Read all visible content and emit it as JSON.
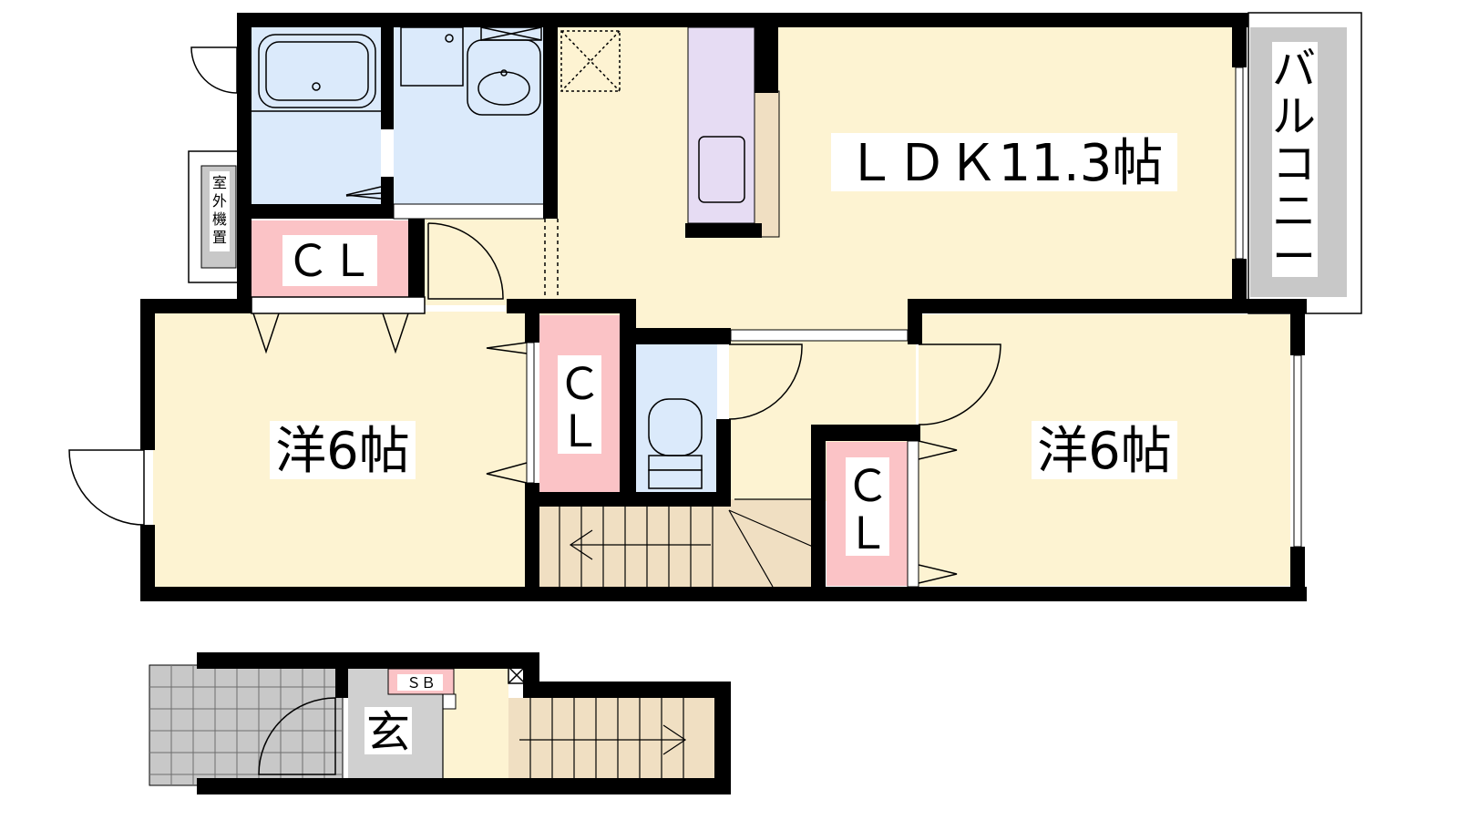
{
  "rooms": {
    "ldk": "ＬＤＫ11.3帖",
    "western_left": "洋6帖",
    "western_right": "洋6帖",
    "cl_top": "ＣＬ",
    "cl_center_1": "Ｃ",
    "cl_center_2": "Ｌ",
    "cl_right_1": "Ｃ",
    "cl_right_2": "Ｌ",
    "balcony_chars": [
      "バ",
      "ル",
      "コ",
      "ニ",
      "ー"
    ],
    "outdoor_unit_chars": [
      "室",
      "外",
      "機",
      "置"
    ],
    "genkan": "玄",
    "shoebox": "ＳＢ"
  },
  "colors": {
    "wall": "#000000",
    "room_floor": "#fdf3d2",
    "wet_area": "#dbeafb",
    "closet": "#fbc3c6",
    "kitchen": "#e6dcf3",
    "stairs": "#f0dfc2",
    "balcony": "#c8c8c8",
    "genkan": "#d0d0d0",
    "tile": "#c8c8c8"
  }
}
